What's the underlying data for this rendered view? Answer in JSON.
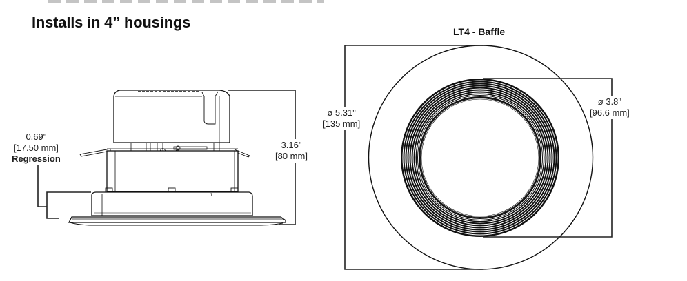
{
  "header": {
    "clipped_text_visible": true,
    "section_title": "Installs in 4” housings"
  },
  "side_view": {
    "regression": {
      "inches": "0.69\"",
      "mm": "[17.50 mm]",
      "label": "Regression"
    },
    "height": {
      "inches": "3.16\"",
      "mm": "[80 mm]"
    }
  },
  "top_view": {
    "title": "LT4 - Baffle",
    "outer_diameter": {
      "inches": "ø 5.31\"",
      "mm": "[135 mm]"
    },
    "inner_diameter": {
      "inches": "ø 3.8\"",
      "mm": "[96.6 mm]"
    },
    "baffle_rings": 9
  },
  "colors": {
    "line": "#111111",
    "background": "#ffffff"
  }
}
